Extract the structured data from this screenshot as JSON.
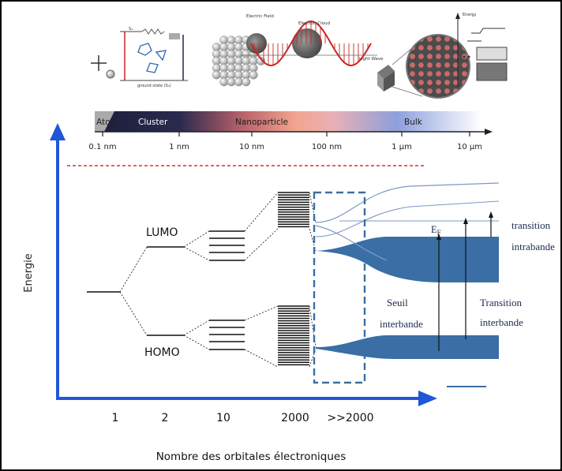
{
  "scale_bar": {
    "segments": [
      "Atom",
      "Cluster",
      "Nanoparticle",
      "Bulk"
    ],
    "ticks": [
      "0.1 nm",
      "1 nm",
      "10 nm",
      "100 nm",
      "1 µm",
      "10 µm"
    ]
  },
  "top_illustrations": {
    "molecule": {
      "top_label": "S₁",
      "bottom_label": "ground state (S₀)"
    },
    "nanoparticle": {
      "field_label": "Electric Field",
      "cloud_label": "Electron Cloud",
      "wave_label": "Light Wave"
    },
    "bulk": {
      "energy_label": "Energy"
    }
  },
  "diagram": {
    "y_axis_label": "Energie",
    "x_axis_title": "Nombre des orbitales électroniques",
    "x_ticks": [
      "1",
      "2",
      "10",
      "2000",
      ">>2000"
    ],
    "lumo_label": "LUMO",
    "homo_label": "HOMO",
    "fermi_label_main": "E",
    "fermi_label_sub": "F",
    "seuil_line1": "Seuil",
    "seuil_line2": "interbande",
    "transition_inter_line1": "Transition",
    "transition_inter_line2": "interbande",
    "transition_intra_line1": "transition",
    "transition_intra_line2": "intrabande"
  },
  "colors": {
    "axis_blue": "#1f57d6",
    "band_blue": "#3a6ea5",
    "dashed_red": "#d63030",
    "frame_dash": "#3a6ea5"
  }
}
